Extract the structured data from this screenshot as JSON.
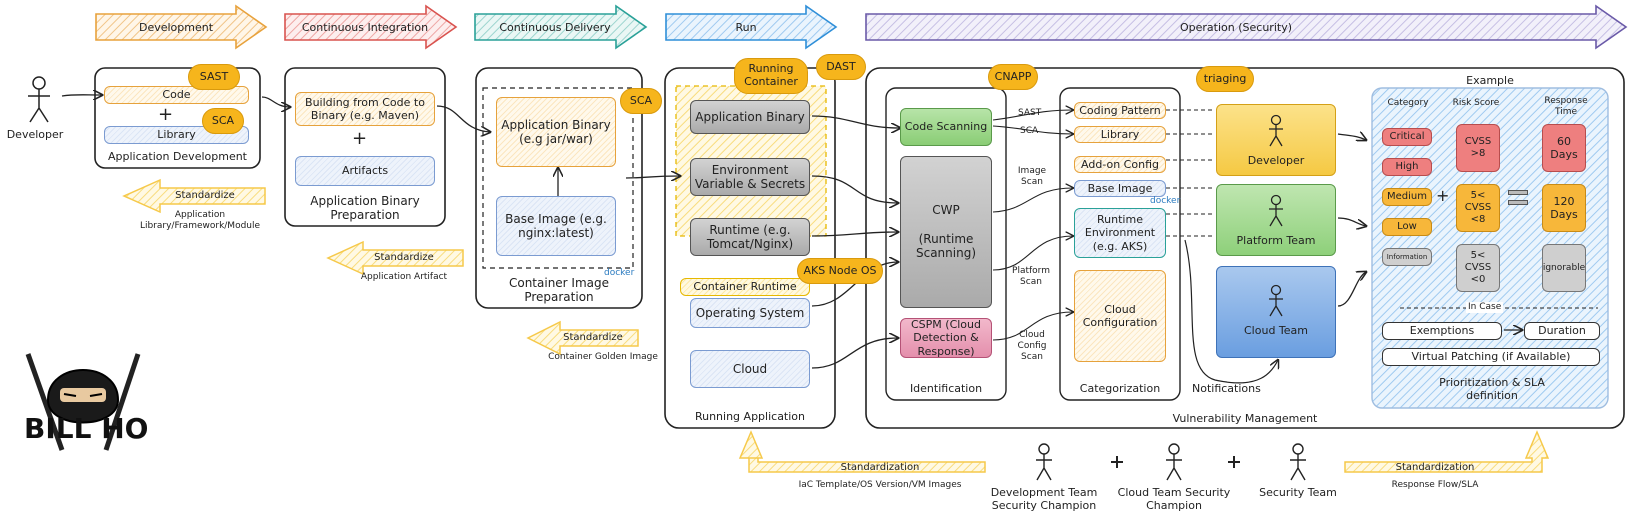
{
  "phases": [
    "Development",
    "Continuous Integration",
    "Continuous Delivery",
    "Run",
    "Operation (Security)"
  ],
  "colors": {
    "development": "#e8a23c",
    "ci": "#d9534f",
    "cd": "#2aa198",
    "run": "#2f8fd8",
    "ops": "#6a5aa8",
    "bubble": "#f6b51c",
    "standardize": "#f6c94a"
  },
  "developer": "Developer",
  "dev": {
    "code": "Code",
    "library": "Library",
    "title": "Application Development",
    "sast": "SAST",
    "sca": "SCA",
    "plus": "+"
  },
  "ci": {
    "build": "Building from Code to Binary (e.g. Maven)",
    "artifacts": "Artifacts",
    "title": "Application Binary Preparation",
    "plus": "+"
  },
  "cd": {
    "binary": "Application Binary (e.g jar/war)",
    "base": "Base Image (e.g. nginx:latest)",
    "title": "Container Image Preparation",
    "sca": "SCA",
    "docker": "docker"
  },
  "std": [
    {
      "label": "Standardize",
      "desc": "Application Library/Framework/Module"
    },
    {
      "label": "Standardize",
      "desc": "Application Artifact"
    },
    {
      "label": "Standardize",
      "desc": "Container Golden Image"
    },
    {
      "label": "Standardization",
      "desc": "IaC Template/OS Version/VM Images"
    },
    {
      "label": "Standardization",
      "desc": "Response Flow/SLA"
    }
  ],
  "run": {
    "binary": "Application Binary",
    "env": "Environment Variable & Secrets",
    "runtime": "Runtime (e.g. Tomcat/Nginx)",
    "container_runtime": "Container Runtime",
    "os": "Operating System",
    "cloud": "Cloud",
    "title": "Running Application",
    "running_container": "Running Container",
    "dast": "DAST",
    "aks_os": "AKS Node OS"
  },
  "ident": {
    "code": "Code Scanning",
    "cwp": "CWP\n\n(Runtime Scanning)",
    "cspm": "CSPM (Cloud Detection & Response)",
    "title": "Identification",
    "cnapp": "CNAPP"
  },
  "scan_labels": {
    "sast": "SAST",
    "sca": "SCA",
    "image": "Image Scan",
    "platform": "Platform Scan",
    "cloud_config": "Cloud Config Scan"
  },
  "cat": {
    "coding": "Coding Pattern",
    "library": "Library",
    "addon": "Add-on Config",
    "base": "Base Image",
    "runtime_env": "Runtime Environment (e.g. AKS)",
    "cloud_conf": "Cloud Configuration",
    "title": "Categorization",
    "triaging": "triaging",
    "docker": "docker"
  },
  "teams": {
    "developer": "Developer",
    "platform": "Platform Team",
    "cloud": "Cloud Team",
    "notifications": "Notifications"
  },
  "vm_title": "Vulnerability Management",
  "example": {
    "title": "Example",
    "headers": [
      "Category",
      "Risk Score",
      "Response Time"
    ],
    "categories": [
      "Critical",
      "High",
      "Medium",
      "Low",
      "Information"
    ],
    "risk": [
      "CVSS >8",
      "5< CVSS <8",
      "5< CVSS <0"
    ],
    "response": [
      "60 Days",
      "120 Days",
      "ignorable"
    ],
    "in_case": "In Case",
    "exemptions": "Exemptions",
    "duration": "Duration",
    "patching": "Virtual Patching (if Available)",
    "footer": "Prioritization & SLA definition"
  },
  "champions": [
    "Development Team Security Champion",
    "Cloud Team Security Champion",
    "Security Team"
  ],
  "logo": "BILL HO"
}
